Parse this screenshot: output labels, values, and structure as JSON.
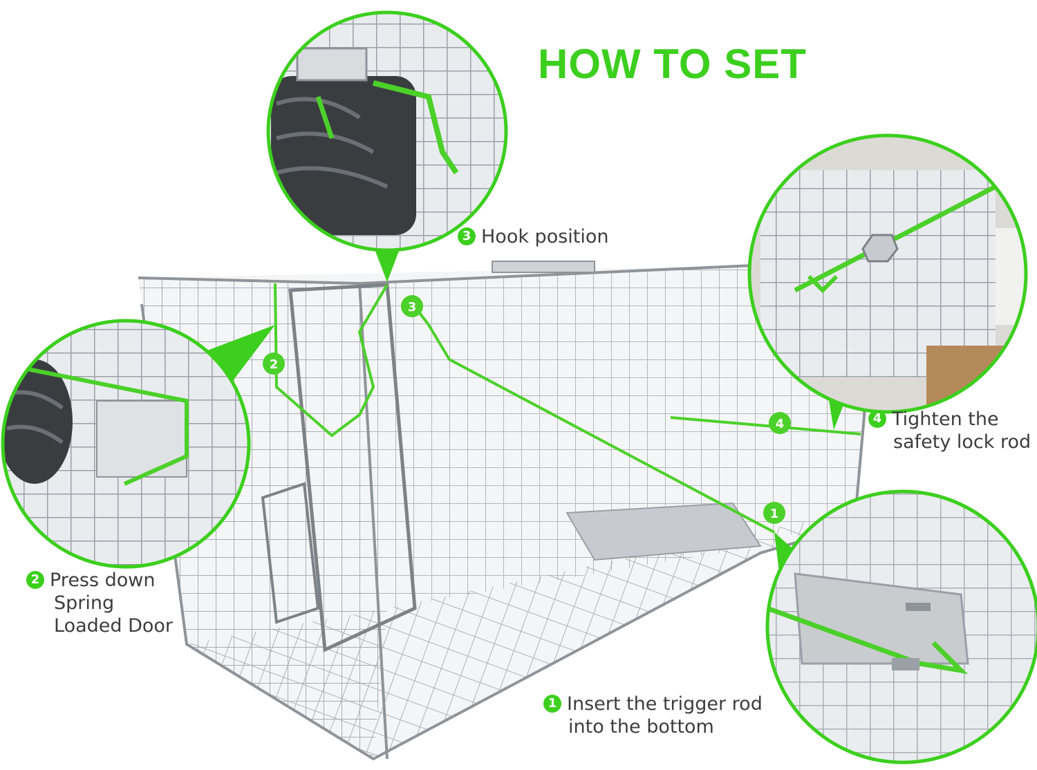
{
  "title": "HOW TO SET",
  "accent_color": "#3ccf1e",
  "steps": [
    {
      "num": "1",
      "line1": "Insert the trigger rod",
      "line2": "into the bottom"
    },
    {
      "num": "2",
      "line1": "Press down",
      "line2": "Spring",
      "line3": "Loaded Door"
    },
    {
      "num": "3",
      "line1": "Hook position"
    },
    {
      "num": "4",
      "line1": "Tighten the",
      "line2": "safety lock rod"
    }
  ],
  "markers": [
    "3",
    "2",
    "4",
    "1"
  ]
}
